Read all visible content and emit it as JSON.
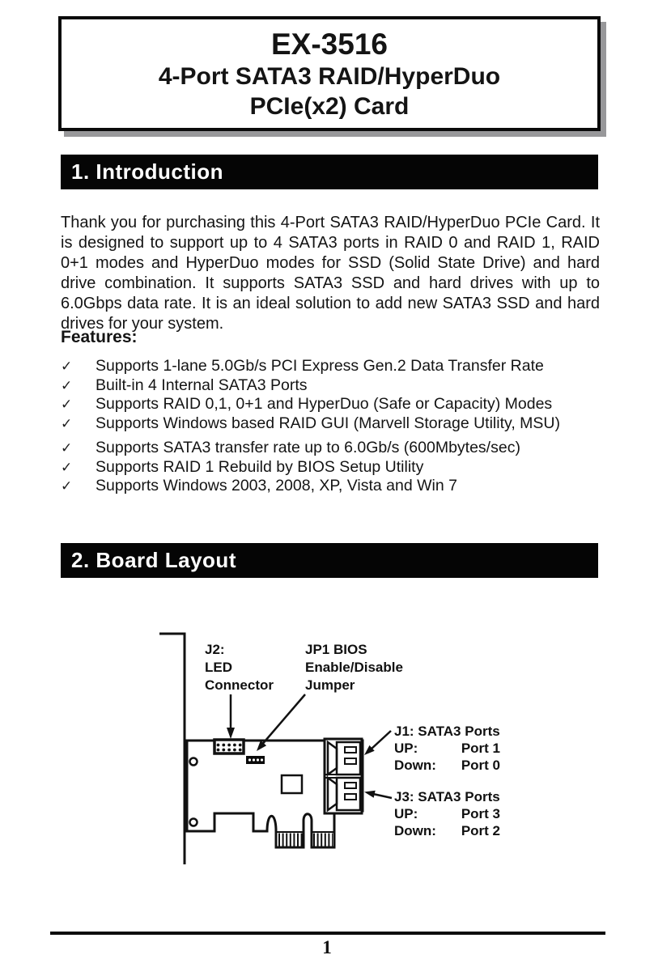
{
  "title_box": {
    "line1": "EX-3516",
    "line2": "4-Port SATA3 RAID/HyperDuo",
    "line3": "PCIe(x2) Card"
  },
  "sections": {
    "introduction": {
      "heading": "1. Introduction",
      "paragraph": "Thank you for purchasing this 4-Port SATA3 RAID/HyperDuo PCIe Card. It is designed to support up to 4 SATA3 ports in RAID 0 and RAID 1, RAID 0+1 modes and HyperDuo modes for SSD (Solid State Drive) and hard drive combination. It supports SATA3 SSD and hard drives with up to 6.0Gbps data rate. It is an ideal solution to add new SATA3 SSD and hard drives for your system."
    },
    "features": {
      "heading": "Features:",
      "check_glyph": "✓",
      "items": [
        "Supports 1-lane 5.0Gb/s PCI Express Gen.2 Data Transfer Rate",
        "Built-in 4 Internal SATA3 Ports",
        "Supports RAID 0,1, 0+1 and HyperDuo (Safe or Capacity) Modes",
        "Supports Windows based RAID GUI (Marvell Storage Utility, MSU)",
        "Supports SATA3 transfer rate up to 6.0Gb/s (600Mbytes/sec)",
        "Supports RAID 1 Rebuild by BIOS Setup Utility",
        "Supports Windows 2003, 2008, XP, Vista and Win 7"
      ]
    },
    "board_layout": {
      "heading": "2. Board Layout"
    }
  },
  "diagram": {
    "j2_label": {
      "line1": "J2:",
      "line2": "LED",
      "line3": "Connector"
    },
    "jp1_label": {
      "line1": "JP1 BIOS",
      "line2": "Enable/Disable",
      "line3": "Jumper"
    },
    "j1_label": {
      "title": "J1: SATA3 Ports",
      "up_label": "UP:",
      "up_value": "Port 1",
      "down_label": "Down:",
      "down_value": "Port 0"
    },
    "j3_label": {
      "title": "J3: SATA3 Ports",
      "up_label": "UP:",
      "up_value": "Port 3",
      "down_label": "Down:",
      "down_value": "Port 2"
    }
  },
  "footer": {
    "page_number": "1"
  },
  "colors": {
    "ink": "#111111",
    "bar_bg": "#050505",
    "bar_text": "#ffffff",
    "shadow": "#98989a"
  }
}
